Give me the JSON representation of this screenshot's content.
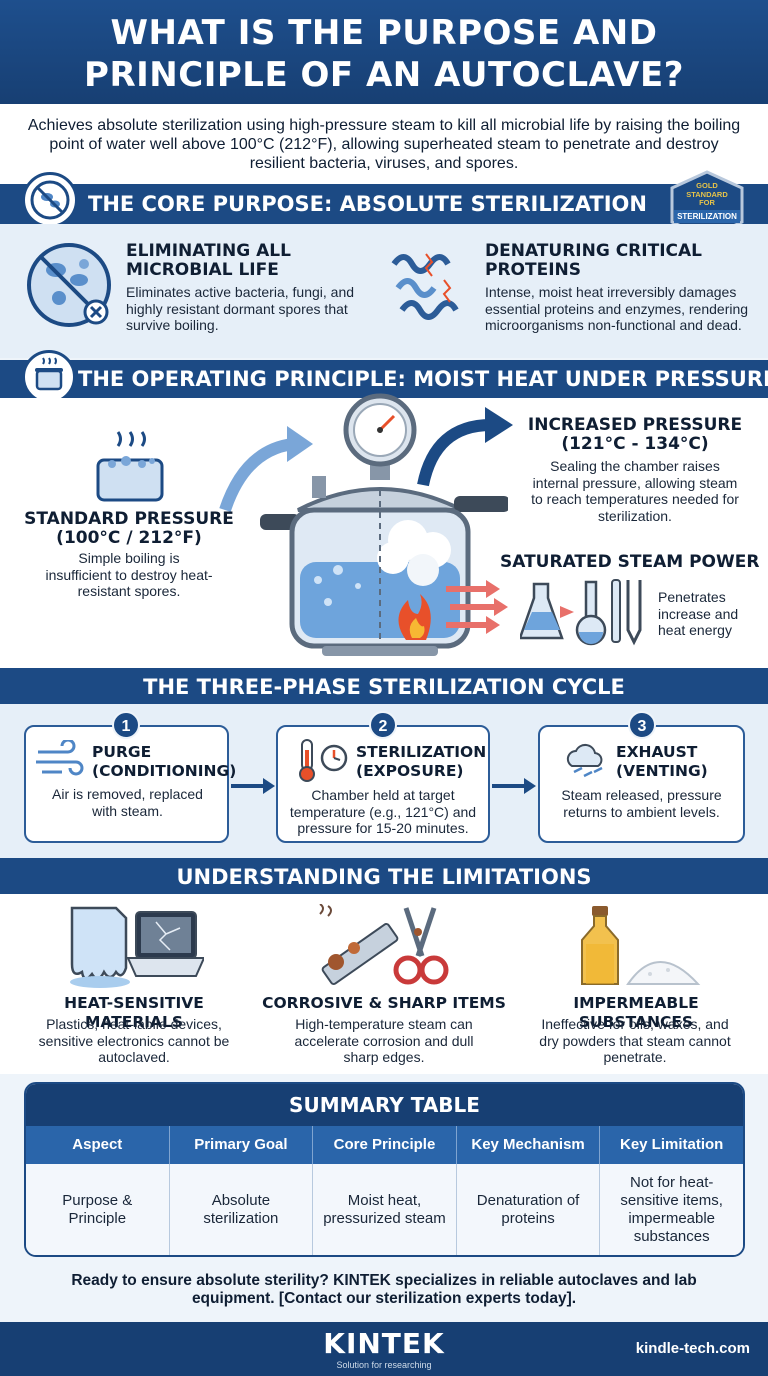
{
  "header": {
    "title_line1": "WHAT IS THE PURPOSE AND",
    "title_line2": "PRINCIPLE OF AN AUTOCLAVE?"
  },
  "intro": "Achieves absolute sterilization using high-pressure steam to kill all microbial life by raising the boiling point of water well above 100°C (212°F), allowing superheated steam to penetrate and destroy resilient bacteria, viruses, and spores.",
  "core_purpose": {
    "title": "THE CORE PURPOSE: ABSOLUTE STERILIZATION",
    "badge_line1": "GOLD",
    "badge_line2": "STANDARD",
    "badge_line3": "FOR",
    "badge_line4": "STERILIZATION",
    "items": [
      {
        "heading": "ELIMINATING ALL MICROBIAL LIFE",
        "text": "Eliminates active bacteria, fungi, and highly resistant dormant spores that survive boiling."
      },
      {
        "heading": "DENATURING CRITICAL PROTEINS",
        "text": "Intense, moist heat irreversibly damages essential proteins and enzymes, rendering microorganisms non-functional and dead."
      }
    ]
  },
  "principle": {
    "title": "THE OPERATING PRINCIPLE: MOIST HEAT UNDER PRESSURE",
    "standard": {
      "heading1": "STANDARD PRESSURE",
      "heading2": "(100°C / 212°F)",
      "text": "Simple boiling is insufficient to destroy heat-resistant spores."
    },
    "increased": {
      "heading1": "INCREASED PRESSURE",
      "heading2": "(121°C - 134°C)",
      "text": "Sealing the chamber raises internal pressure, allowing steam to reach temperatures needed for sterilization."
    },
    "saturated": {
      "heading": "SATURATED STEAM POWER",
      "text": "Penetrates increase and heat energy"
    }
  },
  "cycle": {
    "title": "THE THREE-PHASE STERILIZATION CYCLE",
    "phases": [
      {
        "number": "1",
        "heading1": "PURGE",
        "heading2": "(CONDITIONING)",
        "text": "Air is removed, replaced with steam."
      },
      {
        "number": "2",
        "heading1": "STERILIZATION",
        "heading2": "(EXPOSURE)",
        "text": "Chamber held at target temperature (e.g., 121°C) and pressure for 15-20 minutes."
      },
      {
        "number": "3",
        "heading1": "EXHAUST",
        "heading2": "(VENTING)",
        "text": "Steam released, pressure returns to ambient levels."
      }
    ]
  },
  "limitations": {
    "title": "UNDERSTANDING THE LIMITATIONS",
    "items": [
      {
        "heading": "HEAT-SENSITIVE MATERIALS",
        "text": "Plastics, heat-labile devices, sensitive electronics cannot be autoclaved."
      },
      {
        "heading": "CORROSIVE & SHARP ITEMS",
        "text": "High-temperature steam can accelerate corrosion and dull sharp edges."
      },
      {
        "heading": "IMPERMEABLE SUBSTANCES",
        "text": "Ineffective for oils, waxes, and dry powders that steam cannot penetrate."
      }
    ]
  },
  "summary": {
    "title": "SUMMARY TABLE",
    "headers": [
      "Aspect",
      "Primary Goal",
      "Core Principle",
      "Key Mechanism",
      "Key Limitation"
    ],
    "row": [
      "Purpose & Principle",
      "Absolute sterilization",
      "Moist heat, pressurized steam",
      "Denaturation of proteins",
      "Not for heat-sensitive items, impermeable substances"
    ]
  },
  "cta": "Ready to ensure absolute sterility? KINTEK specializes in reliable autoclaves and lab equipment. [Contact our sterilization experts today].",
  "footer": {
    "brand": "KINTEK",
    "tagline": "Solution for researching",
    "site": "kindle-tech.com"
  },
  "colors": {
    "primary": "#1c4a84",
    "accent": "#2a65aa",
    "heat": "#e8502a"
  }
}
